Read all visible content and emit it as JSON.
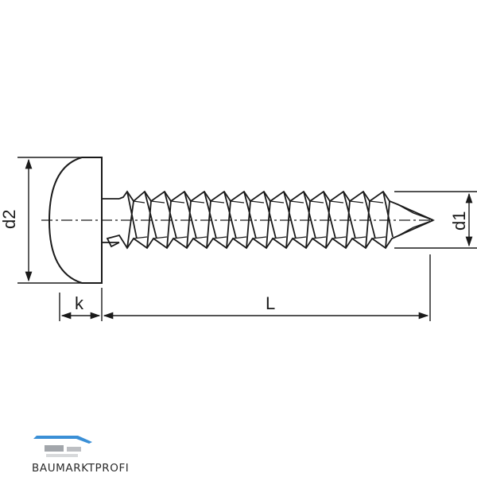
{
  "drawing": {
    "labels": {
      "d2": "d2",
      "d1": "d1",
      "k": "k",
      "L": "L"
    },
    "colors": {
      "line": "#1a1a1a",
      "logo_blue": "#3a8fd6",
      "logo_gray": "#7b8088"
    }
  },
  "logo": {
    "text": "BAUMARKTPROFI"
  }
}
